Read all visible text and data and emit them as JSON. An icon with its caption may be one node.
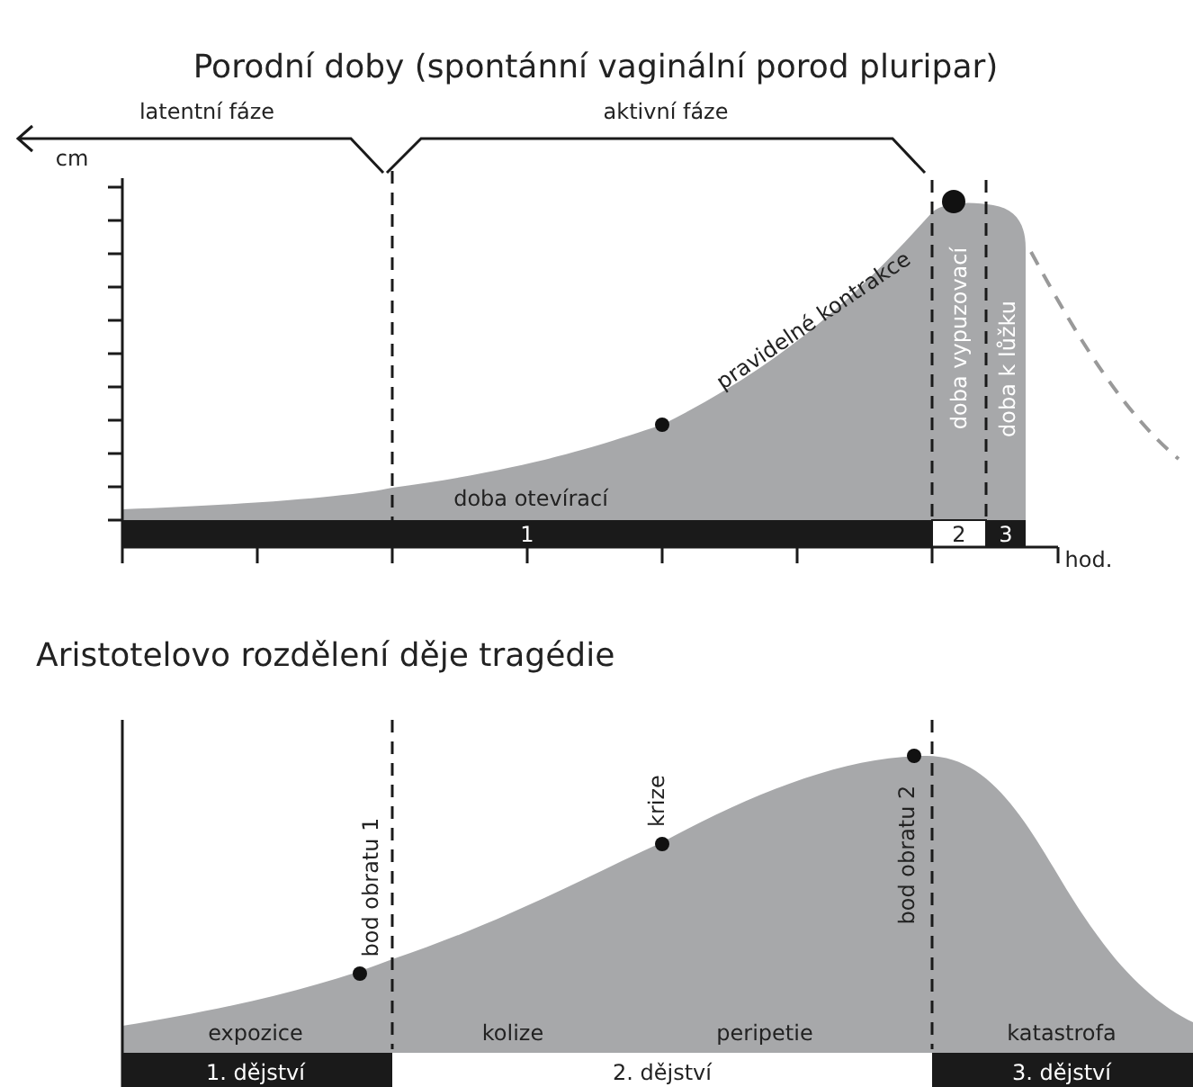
{
  "diagram": {
    "title": "Porodní doby (spontánní vaginální porod pluripar)",
    "labels": [
      "latentní fáze",
      "aktivní fáze",
      "cm",
      "pravidelné kontrakce",
      "doba vypuzovací",
      "doba k lůžku",
      "doba otevírací",
      "1",
      "2",
      "3",
      "hod.",
      "Aristotelovo rozdělení děje tragédie",
      "bod obratu 1",
      "krize",
      "bod obratu 2",
      "expozice",
      "kolize",
      "peripetie",
      "katastrofa",
      "1. dějství",
      "2. dějství",
      "3. dějství"
    ]
  }
}
